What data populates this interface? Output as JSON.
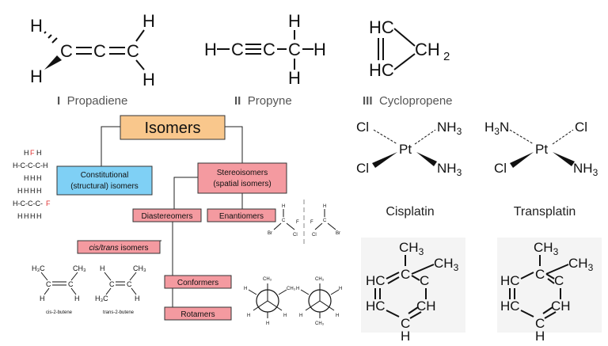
{
  "molecules": {
    "propadiene": {
      "numeral": "I",
      "name": "Propadiene"
    },
    "propyne": {
      "numeral": "II",
      "name": "Propyne"
    },
    "cyclopropene": {
      "numeral": "III",
      "name": "Cyclopropene"
    }
  },
  "tree": {
    "root": "Isomers",
    "constitutional": {
      "line1": "Constitutional",
      "line2": "(structural) isomers"
    },
    "stereoisomers": {
      "line1": "Stereoisomers",
      "line2": "(spatial isomers)"
    },
    "diastereomers": "Diastereomers",
    "enantiomers": "Enantiomers",
    "cistrans": {
      "italic": "cis/trans",
      "rest": " isomers"
    },
    "conformers": "Conformers",
    "rotamers": "Rotamers"
  },
  "small_labels": {
    "cis_butene": "cis-2-butene",
    "trans_butene": "trans-2-butene"
  },
  "platin": {
    "cis": "Cisplatin",
    "trans": "Transplatin"
  },
  "colors": {
    "constitutional_box": "#7fd0f5",
    "stereo_box": "#f49aa0",
    "root_box": "#f9c78c",
    "fluorine_red": "#e03030"
  }
}
